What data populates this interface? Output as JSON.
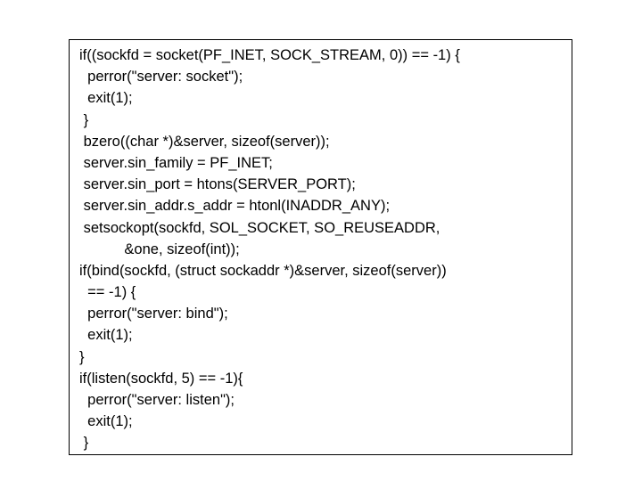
{
  "slide": {
    "background": "#ffffff"
  },
  "code_box": {
    "border_color": "#000000",
    "text_color": "#000000",
    "lines": [
      "if((sockfd = socket(PF_INET, SOCK_STREAM, 0)) == -1) {",
      "  perror(\"server: socket\");",
      "  exit(1);",
      " }",
      " bzero((char *)&server, sizeof(server));",
      " server.sin_family = PF_INET;",
      " server.sin_port = htons(SERVER_PORT);",
      " server.sin_addr.s_addr = htonl(INADDR_ANY);",
      " setsockopt(sockfd, SOL_SOCKET, SO_REUSEADDR,",
      "           &one, sizeof(int));",
      "if(bind(sockfd, (struct sockaddr *)&server, sizeof(server))",
      "  == -1) {",
      "  perror(\"server: bind\");",
      "  exit(1);",
      "}",
      "if(listen(sockfd, 5) == -1){",
      "  perror(\"server: listen\");",
      "  exit(1);",
      " }"
    ]
  }
}
